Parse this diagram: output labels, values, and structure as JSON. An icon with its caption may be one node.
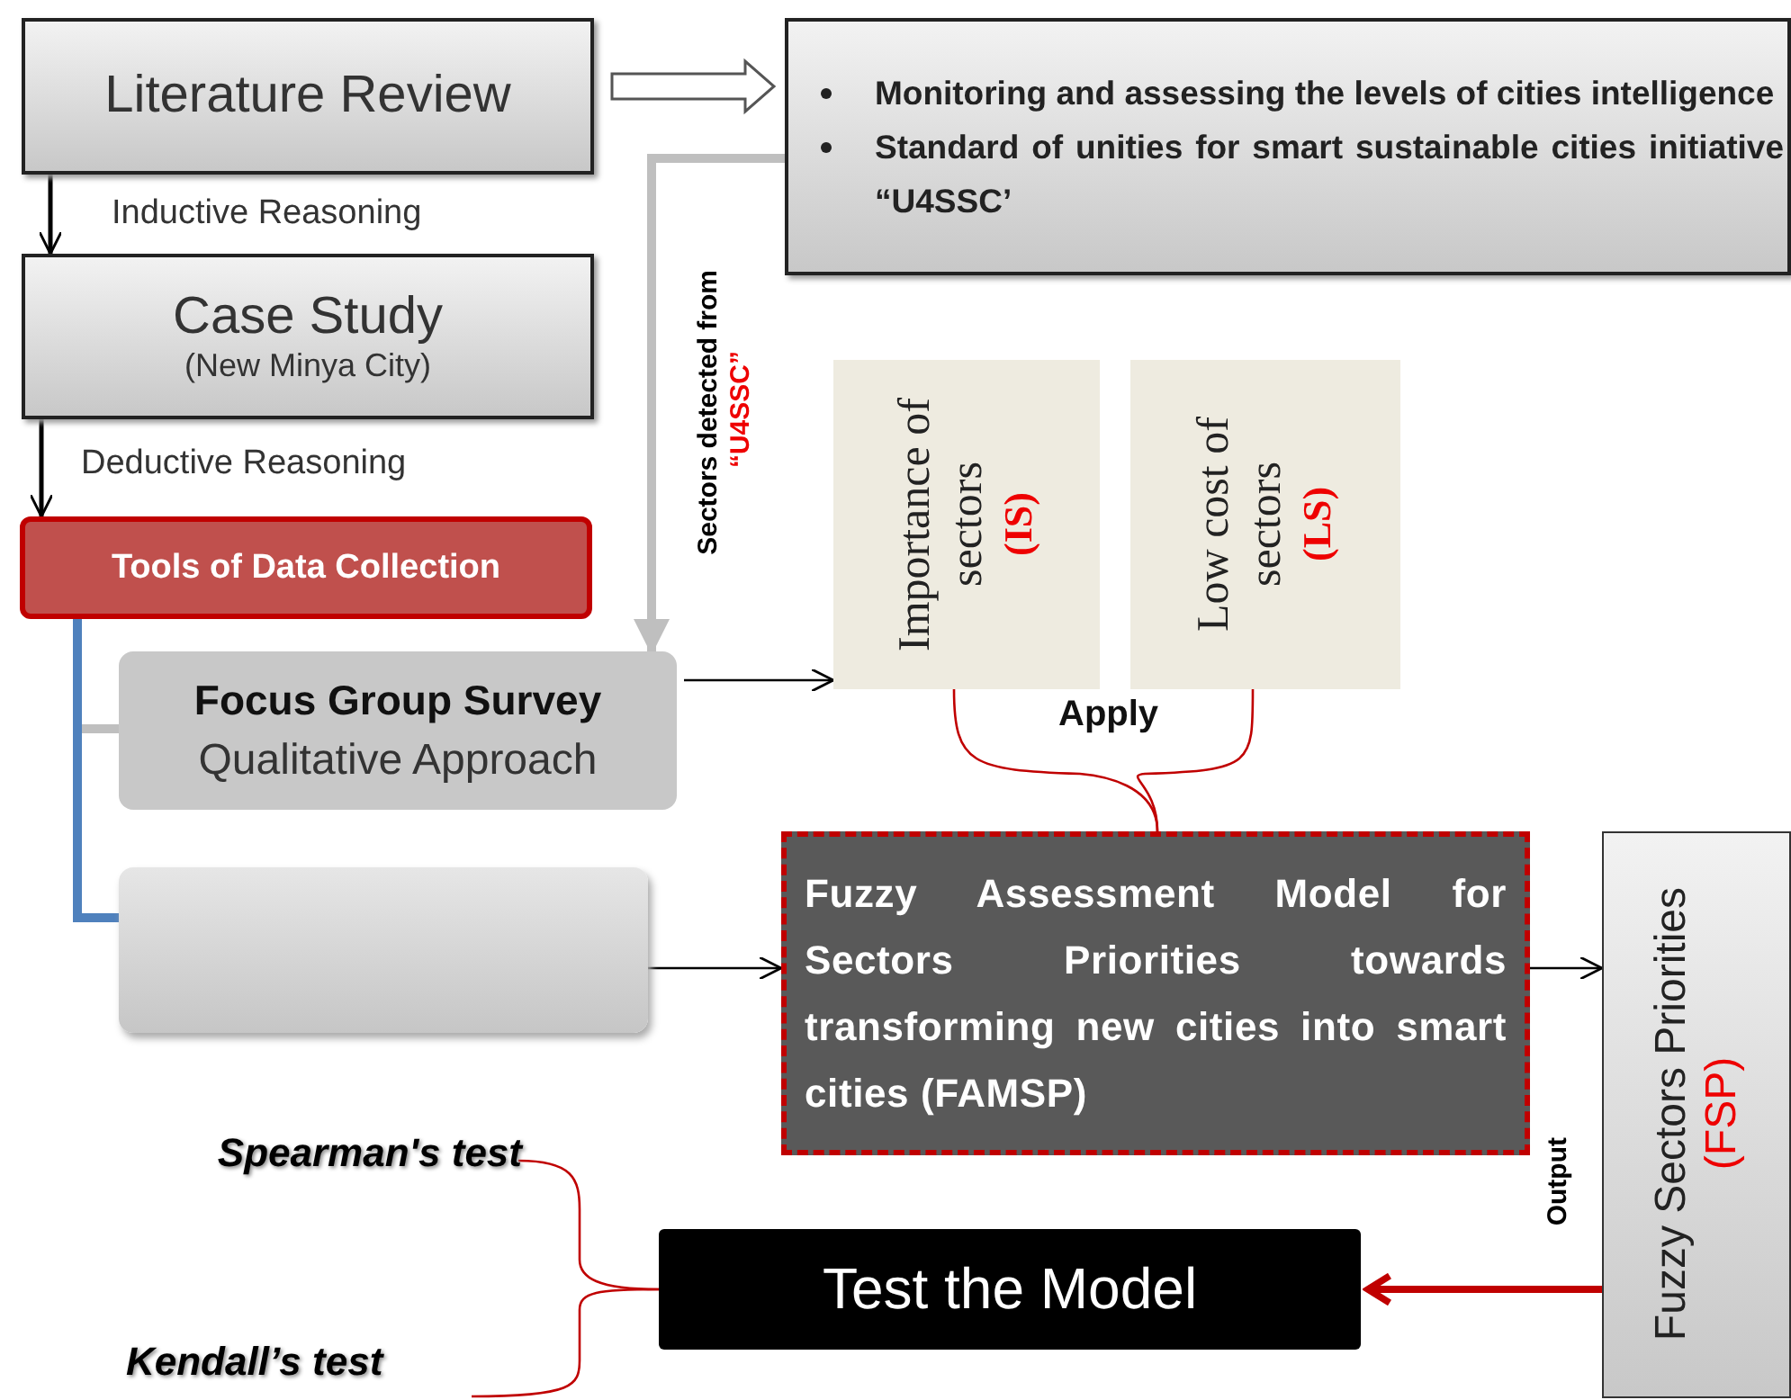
{
  "diagram": {
    "nodes": [
      {
        "text": [
          "Literature Review"
        ]
      },
      {
        "text": [
          "Monitoring and assessing the levels of cities intelligence",
          "Standard of unities for smart sustainable cities initiative “U4SSC’"
        ]
      },
      {
        "text": [
          "Case Study",
          "(New Minya City)"
        ]
      },
      {
        "text": [
          "Tools of Data Collection"
        ]
      },
      {
        "text": [
          "Focus Group Survey",
          "Qualitative Approach"
        ]
      },
      {
        "text": [],
        "shape": "box"
      },
      {
        "text": [
          "Importance of sectors",
          "(IS)"
        ]
      },
      {
        "text": [
          "Low cost of sectors",
          "(LS)"
        ]
      },
      {
        "text": [
          "Fuzzy Assessment Model for Sectors Priorities towards transforming new cities into smart cities (FAMSP)"
        ]
      },
      {
        "text": [
          "Fuzzy Sectors Priorities",
          "(FSP)"
        ]
      },
      {
        "text": [
          "Test the Model"
        ]
      },
      {
        "text": [
          "Spearman's test"
        ]
      },
      {
        "text": [
          "Kendall’s test"
        ]
      }
    ],
    "edges": [
      {
        "from": 0,
        "to": 2,
        "arrow": "to",
        "label": "Inductive Reasoning"
      },
      {
        "from": 2,
        "to": 3,
        "arrow": "to",
        "label": "Deductive Reasoning"
      },
      {
        "from": 0,
        "to": 1,
        "arrow": "to",
        "style": "thick"
      },
      {
        "from": 1,
        "to": 4,
        "arrow": "to",
        "label": "Sectors detected from",
        "style": "thick",
        "color": "#bfbfbf"
      },
      {
        "from": 3,
        "to": 4,
        "arrow": "none",
        "style": "thick",
        "color": "#bfbfbf"
      },
      {
        "from": 3,
        "to": 5,
        "arrow": "none",
        "style": "thick",
        "color": "#4f81bd"
      },
      {
        "from": 4,
        "to": 6,
        "arrow": "to"
      },
      {
        "from": 5,
        "to": 8,
        "arrow": "to"
      },
      {
        "from": 8,
        "to": 9,
        "arrow": "to"
      },
      {
        "from": 9,
        "to": 10,
        "arrow": "to",
        "label": "Output",
        "style": "thick",
        "color": "#c00000"
      },
      {
        "from": 6,
        "to": 8,
        "arrow": "none",
        "color": "#c00000"
      },
      {
        "from": 7,
        "to": 8,
        "arrow": "none",
        "color": "#c00000"
      },
      {
        "from": 11,
        "to": 10,
        "arrow": "none",
        "color": "#c00000"
      },
      {
        "from": 12,
        "to": 10,
        "arrow": "none",
        "color": "#c00000"
      }
    ],
    "labels": [
      "“U4SSC”",
      "Apply"
    ]
  }
}
